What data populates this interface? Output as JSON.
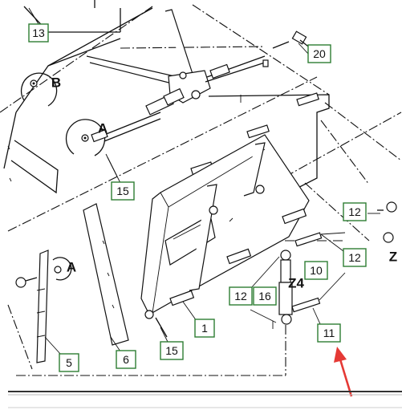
{
  "callouts": {
    "c13": "13",
    "c20": "20",
    "c15a": "15",
    "c12a": "12",
    "c12b": "12",
    "c10": "10",
    "c12c": "12",
    "c16": "16",
    "c11": "11",
    "c1": "1",
    "c15b": "15",
    "c5": "5",
    "c6": "6"
  },
  "markers": {
    "b": "B",
    "a_top": "A",
    "a_left": "A",
    "z4": "Z4",
    "z_edge": "Z"
  },
  "colors": {
    "callout_border": "#2e7d32",
    "arrow": "#e53935",
    "line": "#111111"
  }
}
